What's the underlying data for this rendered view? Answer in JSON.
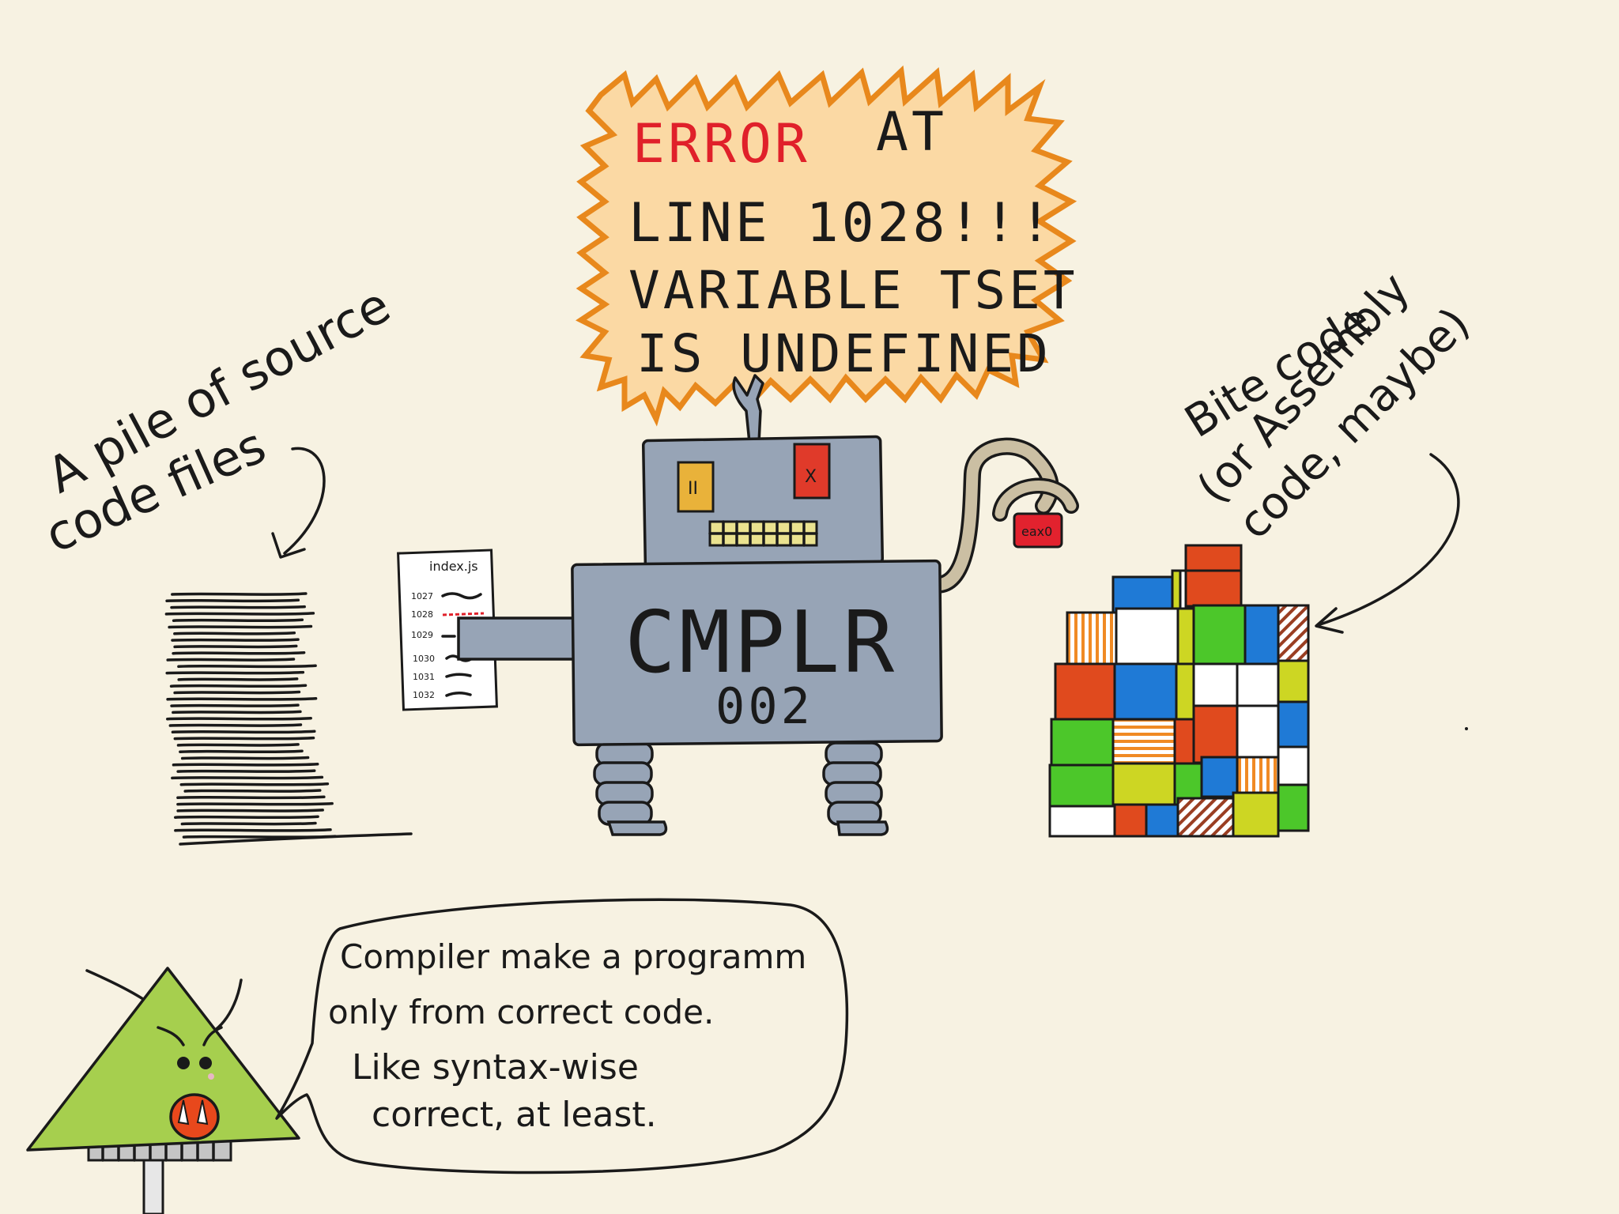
{
  "error_bubble": {
    "error_word": "ERROR",
    "line1_rest": "AT",
    "line2": "LINE 1028!!!",
    "line3": "VARIABLE TSET",
    "line4": "IS UNDEFINED"
  },
  "source_label": {
    "line1": "A pile of source",
    "line2": "code files"
  },
  "bytecode_label": {
    "line1": "Bite code",
    "line2": "(or Assembly",
    "line3": "code, maybe)"
  },
  "robot": {
    "body_title": "CMPLR",
    "body_number": "002",
    "left_eye": "II",
    "right_eye": "X",
    "claw_chip": "eax0"
  },
  "code_sheet": {
    "filename": "index.js",
    "line_numbers": [
      "1027",
      "1028",
      "1029",
      "1030",
      "1031",
      "1032"
    ]
  },
  "speech_bubble": {
    "line1": "Compiler make a programm",
    "line2": "only from correct code.",
    "line3": "Like syntax-wise",
    "line4": "correct, at least."
  },
  "colors": {
    "background": "#f7f2e2",
    "robot_gray": "#97a4b6",
    "bubble_fill": "#fbd9a4",
    "bubble_border": "#e8881c",
    "error_red": "#e0202a",
    "monster_green": "#a6cf4e",
    "block_red": "#e04a1e",
    "block_blue": "#1f7ad6",
    "block_green": "#4cc72a",
    "block_yellow": "#cdd623",
    "block_white": "#ffffff"
  }
}
